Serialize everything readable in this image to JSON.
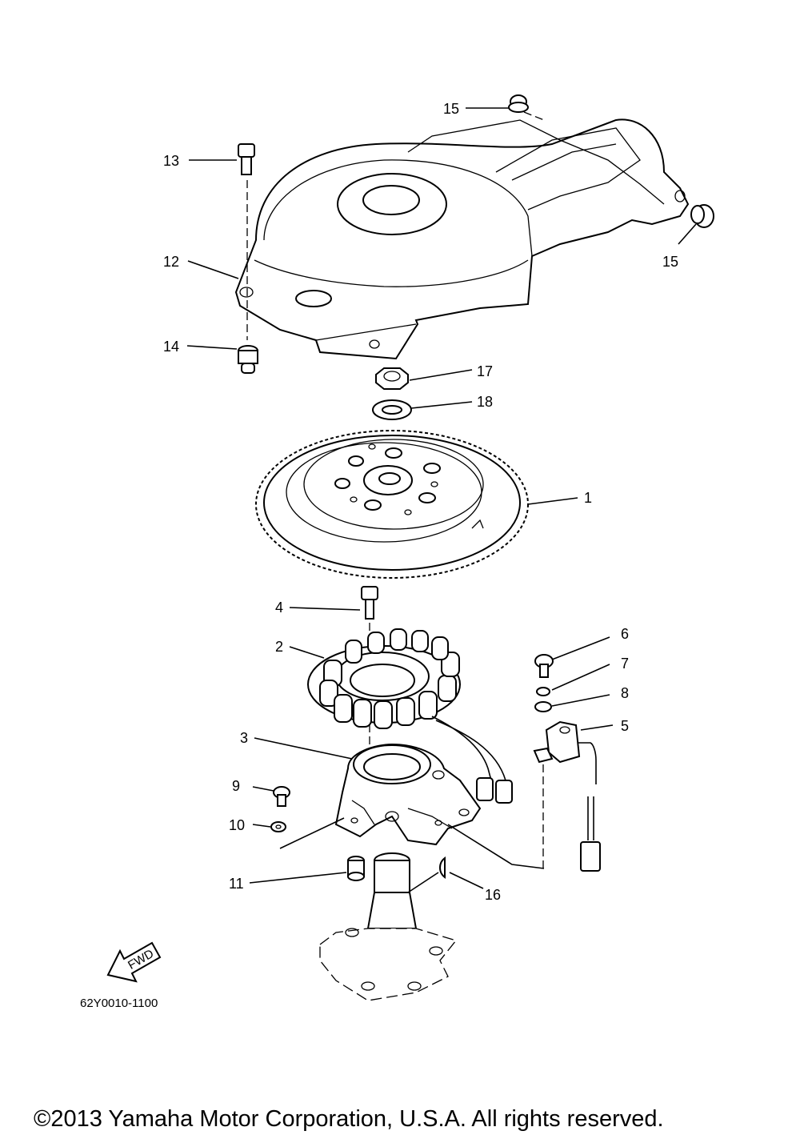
{
  "callouts": {
    "c1": "1",
    "c2": "2",
    "c3": "3",
    "c4": "4",
    "c5": "5",
    "c6": "6",
    "c7": "7",
    "c8": "8",
    "c9": "9",
    "c10": "10",
    "c11": "11",
    "c12": "12",
    "c13": "13",
    "c14": "14",
    "c15a": "15",
    "c15b": "15",
    "c16": "16",
    "c17": "17",
    "c18": "18"
  },
  "arrow_label": "FWD",
  "diagram_code": "62Y0010-1100",
  "copyright": "©2013 Yamaha Motor Corporation, U.S.A. All rights reserved.",
  "colors": {
    "ink": "#000000",
    "paper": "#ffffff"
  }
}
